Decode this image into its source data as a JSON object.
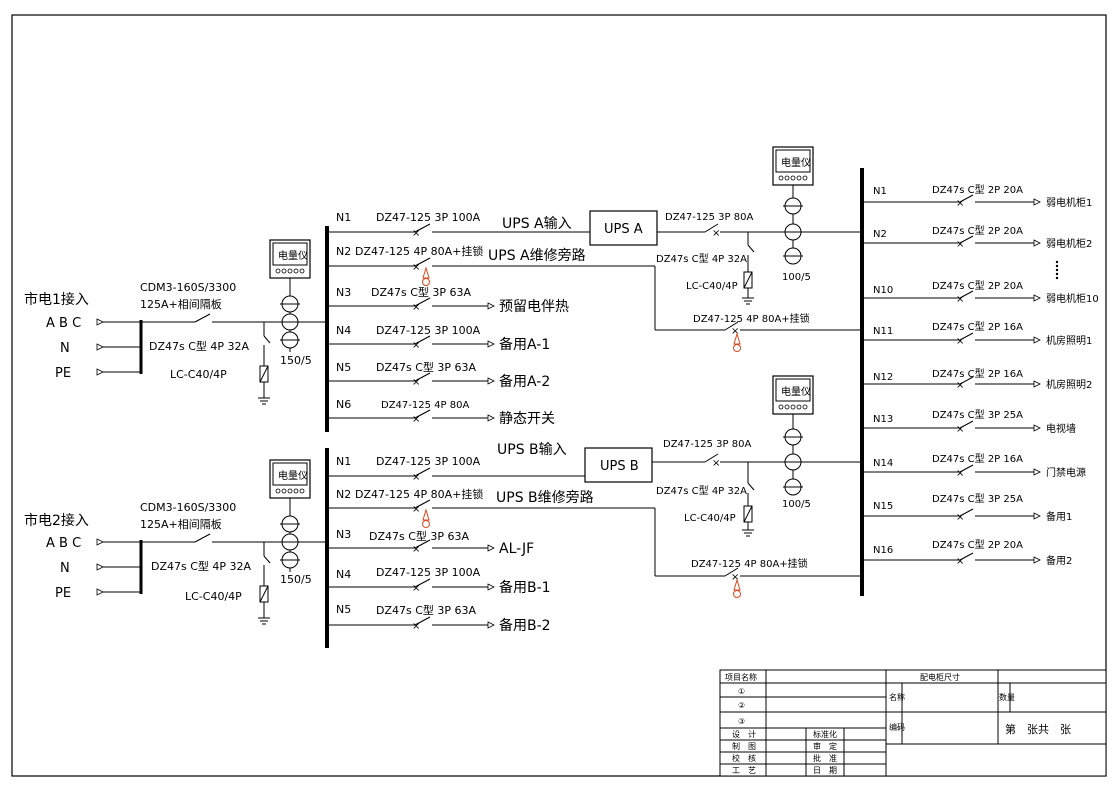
{
  "left": {
    "feed1": "市电1接入",
    "feed2": "市电2接入",
    "phases": "A B C",
    "n": "N",
    "pe": "PE",
    "main_switch": "CDM3-160S/3300",
    "main_switch_sub": "125A+相间隔板",
    "spd_breaker": "DZ47s C型 4P 32A",
    "spd": "LC-C40/4P",
    "meter": "电量仪",
    "ct": "150/5"
  },
  "panel_a": [
    {
      "id": "N1",
      "breaker": "DZ47-125 3P 100A",
      "load": "UPS A输入"
    },
    {
      "id": "N2",
      "breaker": "DZ47-125 4P 80A+挂锁",
      "load": "UPS A维修旁路"
    },
    {
      "id": "N3",
      "breaker": "DZ47s C型 3P 63A",
      "load": "预留电伴热"
    },
    {
      "id": "N4",
      "breaker": "DZ47-125 3P 100A",
      "load": "备用A-1"
    },
    {
      "id": "N5",
      "breaker": "DZ47s C型 3P 63A",
      "load": "备用A-2"
    },
    {
      "id": "N6",
      "breaker": "DZ47-125 4P 80A",
      "load": "静态开关"
    }
  ],
  "panel_b": [
    {
      "id": "N1",
      "breaker": "DZ47-125 3P 100A",
      "load": "UPS B输入"
    },
    {
      "id": "N2",
      "breaker": "DZ47-125 4P 80A+挂锁",
      "load": "UPS B维修旁路"
    },
    {
      "id": "N3",
      "breaker": "DZ47s C型 3P 63A",
      "load": "AL-JF"
    },
    {
      "id": "N4",
      "breaker": "DZ47-125 3P 100A",
      "load": "备用B-1"
    },
    {
      "id": "N5",
      "breaker": "DZ47s C型 3P 63A",
      "load": "备用B-2"
    }
  ],
  "ups": {
    "a": "UPS A",
    "b": "UPS B",
    "out_breaker": "DZ47-125 3P 80A",
    "spd_breaker": "DZ47s C型 4P 32A",
    "spd": "LC-C40/4P",
    "ct": "100/5",
    "bypass_a": "DZ47-125 4P 80A+挂锁",
    "bypass_b": "DZ47-125 4P 80A+挂锁"
  },
  "outputs": [
    {
      "id": "N1",
      "breaker": "DZ47s C型 2P 20A",
      "load": "弱电机柜1"
    },
    {
      "id": "N2",
      "breaker": "DZ47s C型 2P 20A",
      "load": "弱电机柜2"
    },
    {
      "id": "N10",
      "breaker": "DZ47s C型 2P 20A",
      "load": "弱电机柜10"
    },
    {
      "id": "N11",
      "breaker": "DZ47s C型 2P 16A",
      "load": "机房照明1"
    },
    {
      "id": "N12",
      "breaker": "DZ47s C型 2P 16A",
      "load": "机房照明2"
    },
    {
      "id": "N13",
      "breaker": "DZ47s C型 3P 25A",
      "load": "电视墙"
    },
    {
      "id": "N14",
      "breaker": "DZ47s C型 2P 16A",
      "load": "门禁电源"
    },
    {
      "id": "N15",
      "breaker": "DZ47s C型 3P 25A",
      "load": "备用1"
    },
    {
      "id": "N16",
      "breaker": "DZ47s C型 2P 20A",
      "load": "备用2"
    }
  ],
  "title_block": {
    "project": "项目名称",
    "size": "配电柜尺寸",
    "c1": "①",
    "c2": "②",
    "c3": "③",
    "name": "名称",
    "qty": "数量",
    "code": "编码",
    "sheet": "第　张共　张",
    "design": "设　计",
    "standard": "标准化",
    "drawing": "制　图",
    "review": "审　定",
    "check": "校　核",
    "approve": "批　准",
    "craft": "工　艺",
    "date": "日　期"
  }
}
